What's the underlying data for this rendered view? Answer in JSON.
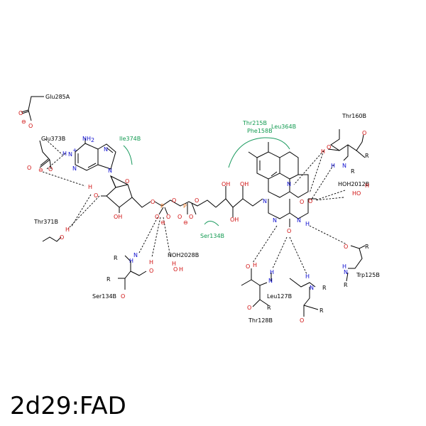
{
  "title": "2d29:FAD",
  "colors": {
    "carbon": "#000000",
    "nitrogen": "#1010d0",
    "oxygen": "#d01010",
    "phosphorus": "#e07020",
    "hydrophobic": "#119a50"
  },
  "residues": {
    "glu285a": "Glu285A",
    "glu373b": "Glu373B",
    "ile374b": "Ile374B",
    "thr371b": "Thr371B",
    "ser134b_bottom": "Ser134B",
    "ser134b_arc": "Ser134B",
    "thr215b": "Thr215B",
    "phe158b": "Phe158B",
    "leu364b": "Leu364B",
    "thr160b": "Thr160B",
    "hoh2012b": "HOH2012B",
    "hoh2028b": "HOH2028B",
    "trp125b": "Trp125B",
    "leu127b": "Leu127B",
    "thr128b": "Thr128B"
  },
  "atoms": {
    "O": "O",
    "N": "N",
    "H": "H",
    "P": "P",
    "R": "R",
    "OH": "OH",
    "HO": "HO",
    "NH2": "NH",
    "sub2": "2",
    "minus": "⊖",
    "plus": "+"
  }
}
